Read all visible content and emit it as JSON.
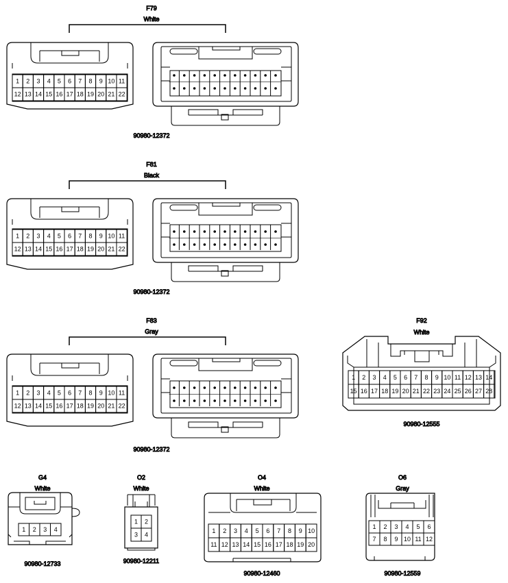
{
  "connectors": [
    {
      "code": "F79",
      "color": "White",
      "part": "90980-12372"
    },
    {
      "code": "F81",
      "color": "Black",
      "part": "90980-12372"
    },
    {
      "code": "F83",
      "color": "Gray",
      "part": "90980-12372"
    },
    {
      "code": "F92",
      "color": "White",
      "part": "90980-12555"
    },
    {
      "code": "G4",
      "color": "White",
      "part": "90980-12733"
    },
    {
      "code": "O2",
      "color": "White",
      "part": "90980-12211"
    },
    {
      "code": "O4",
      "color": "White",
      "part": "90980-12460"
    },
    {
      "code": "O6",
      "color": "Gray",
      "part": "90980-12559"
    }
  ],
  "pins": {
    "f22_top": [
      "1",
      "2",
      "3",
      "4",
      "5",
      "6",
      "7",
      "8",
      "9",
      "10",
      "11"
    ],
    "f22_bot": [
      "12",
      "13",
      "14",
      "15",
      "16",
      "17",
      "18",
      "19",
      "20",
      "21",
      "22"
    ],
    "f92_top": [
      "1",
      "2",
      "3",
      "4",
      "5",
      "6",
      "7",
      "8",
      "9",
      "10",
      "11",
      "12",
      "13",
      "14"
    ],
    "f92_bot": [
      "15",
      "16",
      "17",
      "18",
      "19",
      "20",
      "21",
      "22",
      "23",
      "24",
      "25",
      "26",
      "27",
      "28"
    ],
    "g4": [
      "1",
      "2",
      "3",
      "4"
    ],
    "o2_top": [
      "1",
      "2"
    ],
    "o2_bot": [
      "3",
      "4"
    ],
    "o4_top": [
      "1",
      "2",
      "3",
      "4",
      "5",
      "6",
      "7",
      "8",
      "9",
      "10"
    ],
    "o4_bot": [
      "11",
      "12",
      "13",
      "14",
      "15",
      "16",
      "17",
      "18",
      "19",
      "20"
    ],
    "o6_top": [
      "1",
      "2",
      "3",
      "4",
      "5",
      "6"
    ],
    "o6_bot": [
      "7",
      "8",
      "9",
      "10",
      "11",
      "12"
    ]
  },
  "colors": {
    "line": "#000000",
    "background": "#ffffff"
  }
}
